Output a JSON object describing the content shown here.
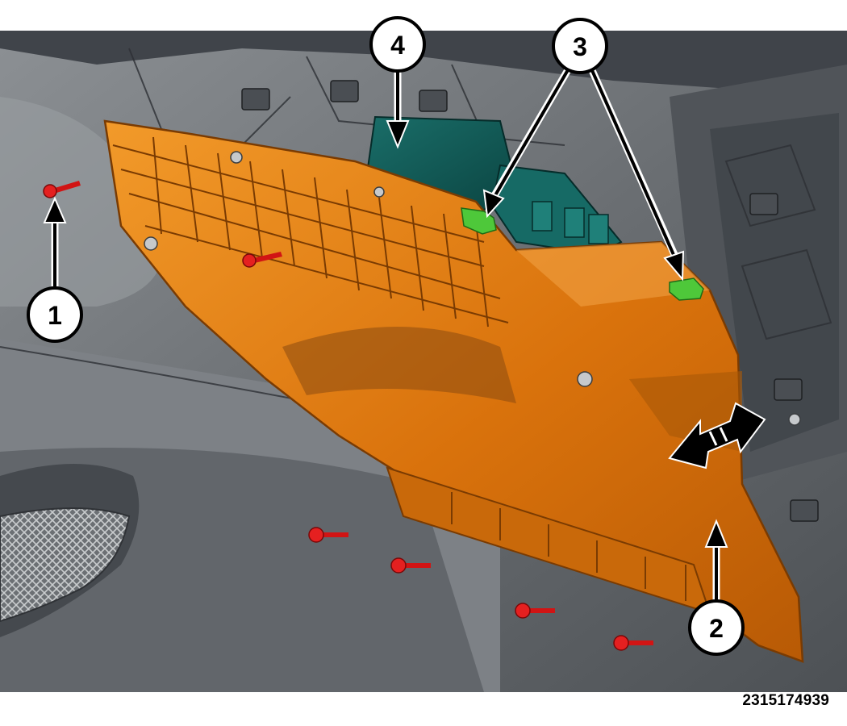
{
  "figure": {
    "id_label": "2315174939"
  },
  "callouts": [
    {
      "number": "1",
      "target": "push pin retainer"
    },
    {
      "number": "2",
      "target": "lower instrument panel silencer"
    },
    {
      "number": "3",
      "target": "retaining clips"
    },
    {
      "number": "4",
      "target": "module"
    }
  ],
  "colors": {
    "silencer_orange": "#e07a12",
    "module_teal": "#0f5a56",
    "clip_green": "#4ec83a",
    "fastener_red": "#d11414",
    "background_gray": "#5d6165"
  },
  "icons": [
    "double-headed-removal-arrow-icon",
    "push-pin-fastener-icon",
    "bolt-fastener-icon"
  ]
}
